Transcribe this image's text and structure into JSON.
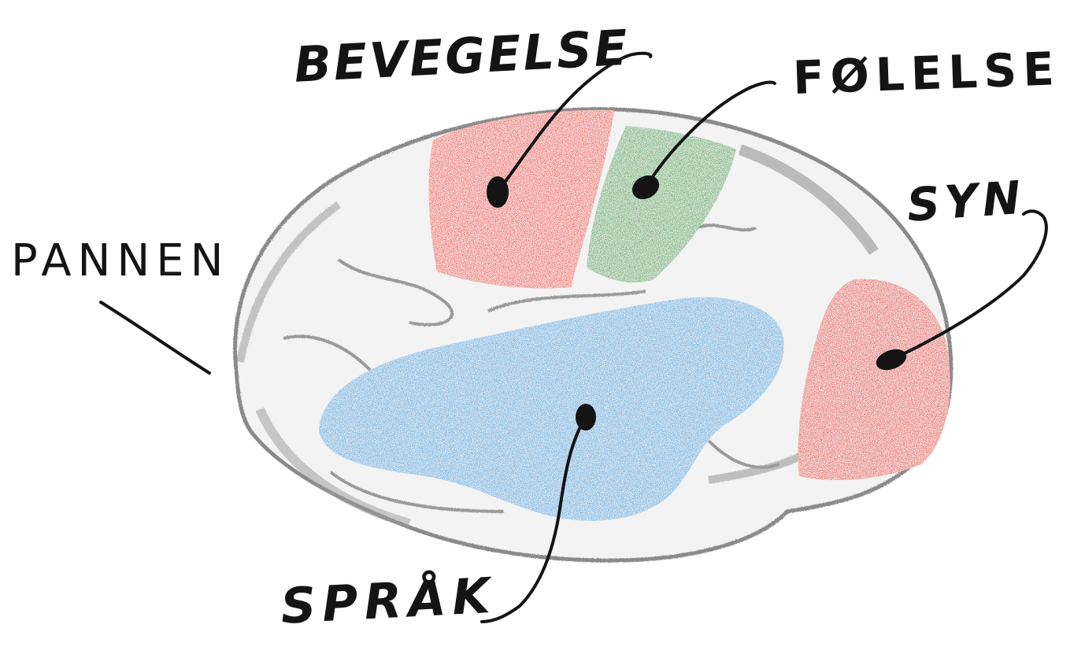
{
  "labels": {
    "motor": "BEVEGELSE",
    "sensory": "FØLELSE",
    "frontal": "PANNEN",
    "vision": "SYN",
    "language": "SPRÅK"
  },
  "colors": {
    "motor": "#e8331f",
    "sensory": "#2f9a3a",
    "vision": "#e0301e",
    "language": "#2a9fd8",
    "outline": "#8a8a8a",
    "ink": "#141414"
  }
}
